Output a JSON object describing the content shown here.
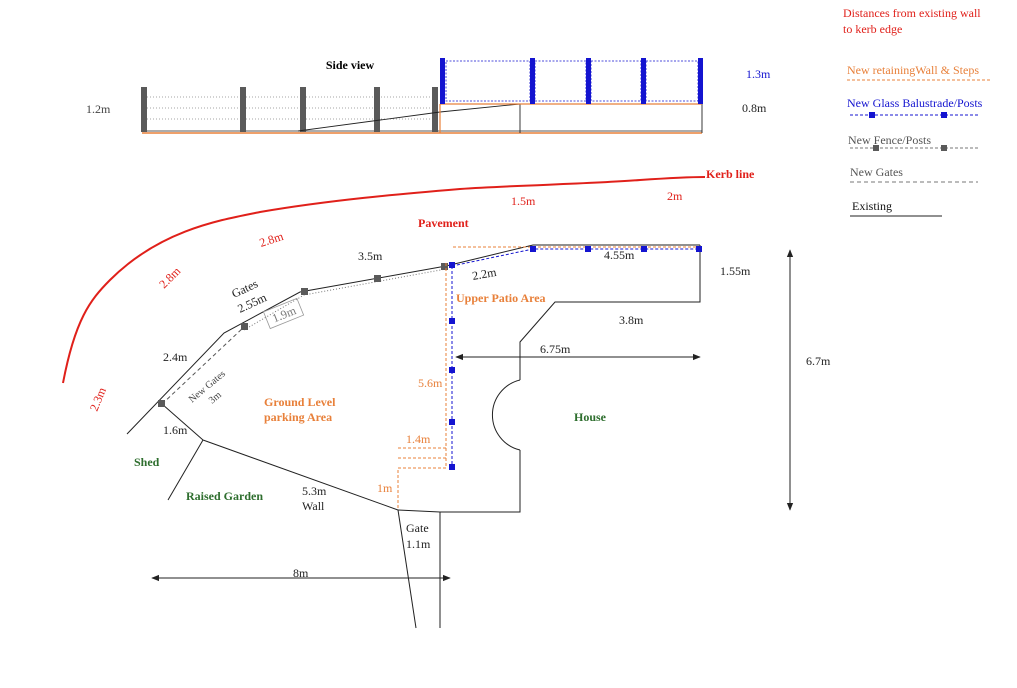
{
  "colors": {
    "red": "#e0201a",
    "orange": "#e8803a",
    "blue": "#1414d0",
    "green": "#2e6e2e",
    "grey": "#5a5a5a",
    "black": "#222222"
  },
  "side_view": {
    "title": "Side view",
    "left_height": "1.2m",
    "glass_height": "1.3m",
    "wall_height": "0.8m"
  },
  "legend": {
    "title_line1": "Distances from existing wall",
    "title_line2": "to kerb edge",
    "retaining_wall": "New retainingWall & Steps",
    "glass_balustrade": "New Glass Balustrade/Posts",
    "fence_posts": "New Fence/Posts",
    "gates": "New Gates",
    "existing": "Existing"
  },
  "plan": {
    "kerb_line": "Kerb line",
    "pavement": "Pavement",
    "upper_patio": "Upper Patio Area",
    "ground_level_line1": "Ground Level",
    "ground_level_line2": "parking Area",
    "house": "House",
    "shed": "Shed",
    "raised_garden": "Raised Garden",
    "gates": "Gates",
    "new_gates_line1": "New Gates",
    "new_gates_line2": "3m",
    "wall_label": "Wall",
    "gate_label": "Gate",
    "gate_width": "1.1m"
  },
  "kerb_distances": [
    "2.3m",
    "2.8m",
    "2.8m",
    "1.5m",
    "2m"
  ],
  "dimensions": {
    "fence_3_5": "3.5m",
    "gates_2_55": "2.55m",
    "gates_1_9": "1.9m",
    "side_2_4": "2.4m",
    "side_1_6": "1.6m",
    "wall_5_3": "5.3m",
    "width_8": "8m",
    "patio_2_2": "2.2m",
    "patio_4_55": "4.55m",
    "patio_1_55": "1.55m",
    "patio_3_8": "3.8m",
    "house_6_75": "6.75m",
    "depth_6_7": "6.7m",
    "steps_5_6": "5.6m",
    "steps_1_4": "1.4m",
    "steps_1": "1m"
  }
}
